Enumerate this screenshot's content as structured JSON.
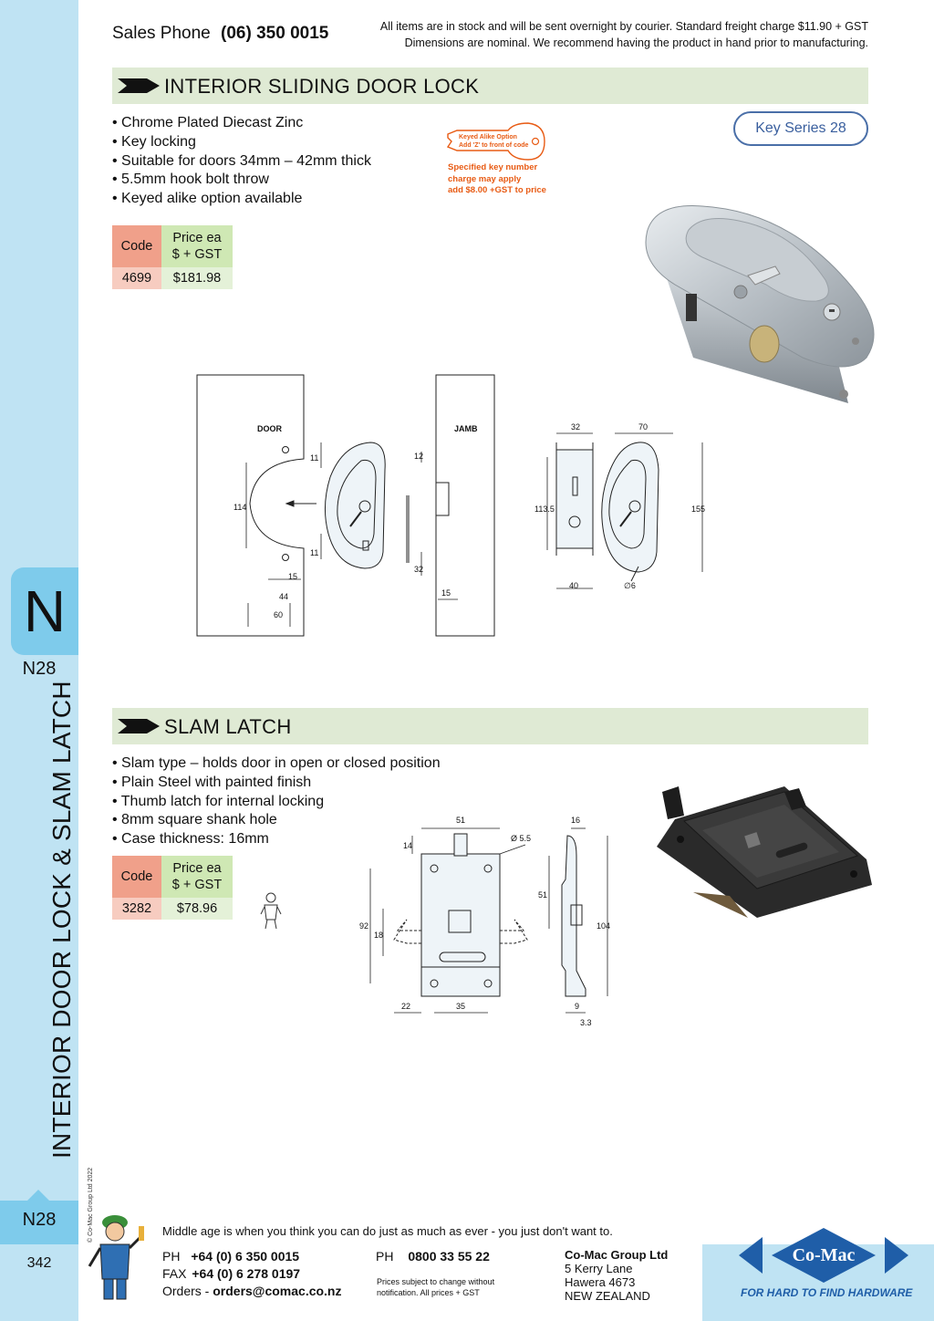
{
  "header": {
    "sales_phone_label": "Sales Phone",
    "sales_phone_number": "(06) 350 0015",
    "notice_line1": "All items are in stock and will be sent overnight by courier. Standard freight charge $11.90 + GST",
    "notice_line2": "Dimensions are nominal. We recommend having the product in hand prior to manufacturing."
  },
  "sidebar": {
    "tab_letter": "N",
    "tab_code": "N28",
    "vertical_title": "INTERIOR DOOR LOCK & SLAM LATCH",
    "copyright": "© Co-Mac Group Ltd 2022",
    "bottom_code": "N28",
    "page_number": "342"
  },
  "section1": {
    "title": "INTERIOR SLIDING DOOR LOCK",
    "bullets": [
      "Chrome Plated Diecast Zinc",
      "Key locking",
      "Suitable for doors 34mm – 42mm thick",
      "5.5mm hook bolt throw",
      "Keyed alike option available"
    ],
    "table": {
      "code_header": "Code",
      "price_header_line1": "Price ea",
      "price_header_line2": "$ + GST",
      "rows": [
        {
          "code": "4699",
          "price": "$181.98"
        }
      ]
    },
    "key_series": "Key Series 28",
    "keyed_option": {
      "key_line1": "Keyed Alike Option",
      "key_line2": "Add 'Z' to front of code",
      "note_line1": "Specified key number",
      "note_line2": "charge may apply",
      "note_line3": "add $8.00 +GST to price"
    },
    "diagram": {
      "door_label": "DOOR",
      "jamb_label": "JAMB",
      "dims": [
        "11",
        "114",
        "11",
        "15",
        "44",
        "60",
        "12",
        "32",
        "15",
        "32",
        "113.5",
        "40",
        "70",
        "155",
        "∅6"
      ]
    }
  },
  "section2": {
    "title": "SLAM LATCH",
    "bullets": [
      "Slam type – holds door in open or closed position",
      "Plain Steel with painted finish",
      "Thumb latch for internal locking",
      "8mm square shank hole",
      "Case thickness: 16mm"
    ],
    "table": {
      "code_header": "Code",
      "price_header_line1": "Price ea",
      "price_header_line2": "$ + GST",
      "rows": [
        {
          "code": "3282",
          "price": "$78.96"
        }
      ]
    },
    "diagram": {
      "dims": [
        "51",
        "Ø 5.5",
        "14",
        "92",
        "18",
        "22",
        "35",
        "16",
        "51",
        "104",
        "9",
        "3.3"
      ]
    }
  },
  "footer": {
    "quote": "Middle age is when you think you can do just as much as ever - you just don't want to.",
    "ph_label": "PH",
    "ph_number": "+64 (0) 6 350 0015",
    "fax_label": "FAX",
    "fax_number": "+64 (0) 6 278 0197",
    "orders_label": "Orders -",
    "orders_email": "orders@comac.co.nz",
    "ph2_label": "PH",
    "ph2_number": "0800 33 55 22",
    "prices_note_line1": "Prices subject to change without",
    "prices_note_line2": "notification. All prices + GST",
    "company": "Co-Mac Group Ltd",
    "address1": "5 Kerry Lane",
    "address2": "Hawera 4673",
    "address3": "NEW ZEALAND",
    "logo_text": "Co-Mac",
    "tagline": "FOR HARD TO FIND HARDWARE"
  },
  "colors": {
    "sidebar": "#bfe3f3",
    "tab": "#7ecbeb",
    "section_bar": "#dfead4",
    "code_header": "#f0a08a",
    "price_header": "#cfe8b4",
    "accent_orange": "#e85b14",
    "brand_blue": "#1f5ea8"
  }
}
